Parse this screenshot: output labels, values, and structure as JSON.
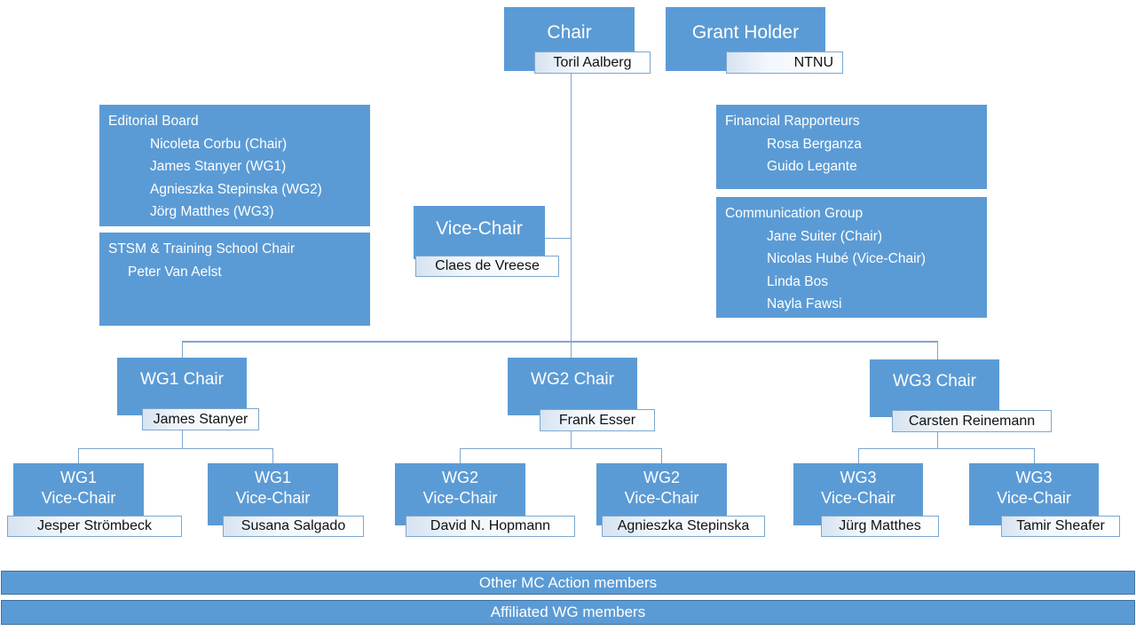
{
  "colors": {
    "box_blue": "#5B9BD5",
    "bar_border": "#41719C",
    "tag_border": "#7DA7CD",
    "tag_bg_tint": "#D7E3F1",
    "connector": "#7EA6CE",
    "box_text": "#FFFFFF",
    "tag_text": "#111111"
  },
  "chair": {
    "title": "Chair",
    "name": "Toril Aalberg"
  },
  "grant_holder": {
    "title": "Grant Holder",
    "name": "NTNU"
  },
  "editorial_board": {
    "title": "Editorial Board",
    "members": [
      "Nicoleta Corbu (Chair)",
      "James Stanyer (WG1)",
      "Agnieszka Stepinska (WG2)",
      "Jörg Matthes (WG3)"
    ]
  },
  "stsm": {
    "title": "STSM & Training School Chair",
    "members": [
      "Peter Van Aelst"
    ]
  },
  "vice_chair": {
    "title": "Vice-Chair",
    "name": "Claes de Vreese"
  },
  "financial_rapporteurs": {
    "title": "Financial Rapporteurs",
    "members": [
      "Rosa Berganza",
      "Guido Legante"
    ]
  },
  "communication_group": {
    "title": "Communication Group",
    "members": [
      "Jane Suiter (Chair)",
      "Nicolas Hubé (Vice-Chair)",
      "Linda Bos",
      "Nayla Fawsi"
    ]
  },
  "wg_chairs": [
    {
      "title": "WG1 Chair",
      "name": "James Stanyer"
    },
    {
      "title": "WG2 Chair",
      "name": "Frank Esser"
    },
    {
      "title": "WG3 Chair",
      "name": "Carsten Reinemann"
    }
  ],
  "wg_vice_chairs": [
    {
      "group": "WG1",
      "role": "Vice-Chair",
      "name": "Jesper Strömbeck"
    },
    {
      "group": "WG1",
      "role": "Vice-Chair",
      "name": "Susana Salgado"
    },
    {
      "group": "WG2",
      "role": "Vice-Chair",
      "name": "David N. Hopmann"
    },
    {
      "group": "WG2",
      "role": "Vice-Chair",
      "name": "Agnieszka Stepinska"
    },
    {
      "group": "WG3",
      "role": "Vice-Chair",
      "name": "Jürg Matthes"
    },
    {
      "group": "WG3",
      "role": "Vice-Chair",
      "name": "Tamir Sheafer"
    }
  ],
  "bottom_bars": [
    "Other MC Action members",
    "Affiliated WG members"
  ]
}
